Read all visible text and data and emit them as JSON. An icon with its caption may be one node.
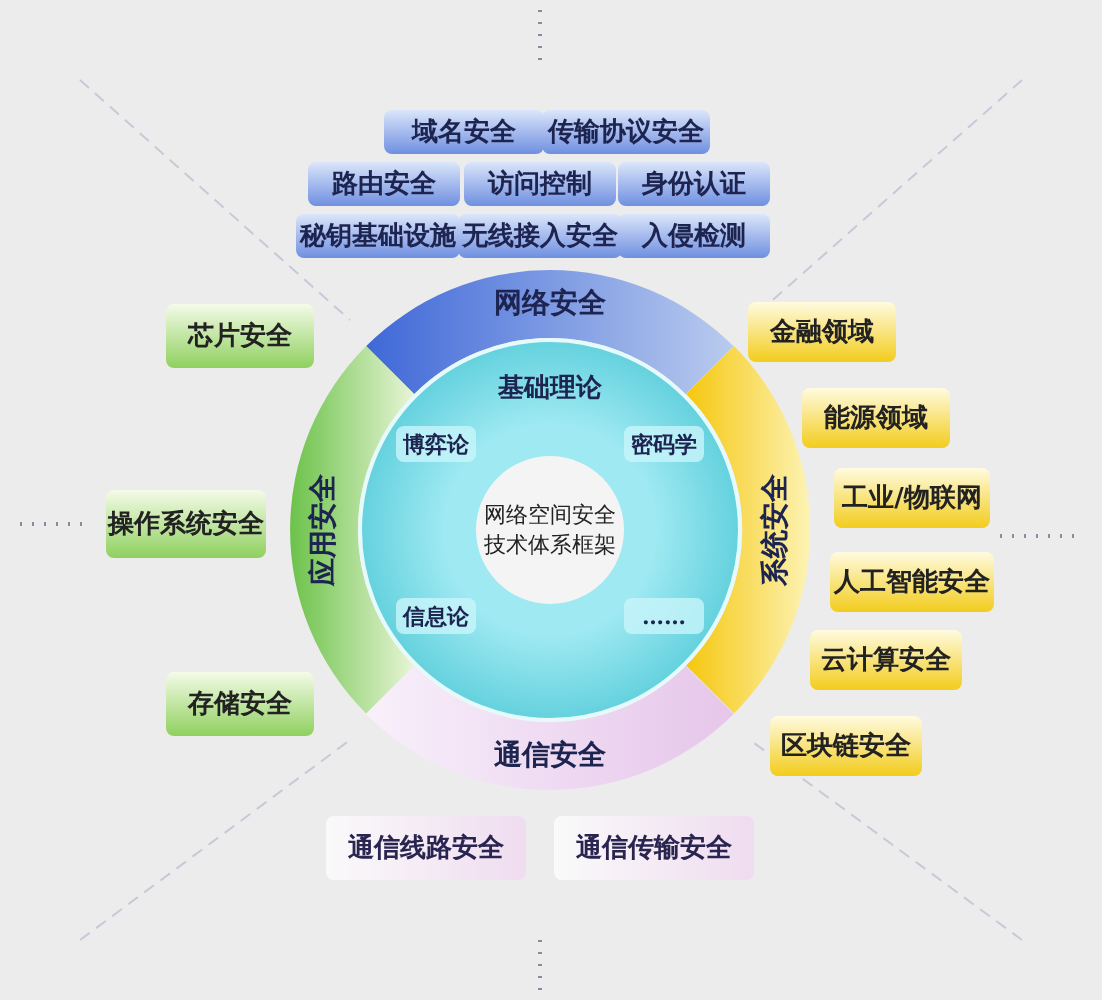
{
  "diagram": {
    "nodes": [
      {
        "text": [
          "域名安全"
        ]
      },
      {
        "text": [
          "传输协议安全"
        ]
      },
      {
        "text": [
          "路由安全"
        ]
      },
      {
        "text": [
          "访问控制"
        ]
      },
      {
        "text": [
          "身份认证"
        ]
      },
      {
        "text": [
          "秘钥基础设施"
        ]
      },
      {
        "text": [
          "无线接入安全"
        ]
      },
      {
        "text": [
          "入侵检测"
        ]
      },
      {
        "text": [
          "芯片安全"
        ]
      },
      {
        "text": [
          "操作系统安全"
        ]
      },
      {
        "text": [
          "存储安全"
        ]
      },
      {
        "text": [
          "网络安全"
        ]
      },
      {
        "text": [
          "基础理论"
        ]
      },
      {
        "text": [
          "博弈论"
        ],
        "in": 12
      },
      {
        "text": [
          "密码学"
        ],
        "in": 12
      },
      {
        "text": [
          "网络空间安全技术体系框架"
        ],
        "in": 12
      },
      {
        "text": [
          "信息论"
        ],
        "in": 12
      },
      {
        "text": [
          "……"
        ],
        "in": 12
      },
      {
        "text": [
          "应用安全"
        ]
      },
      {
        "text": [
          "系统安全"
        ]
      },
      {
        "text": [
          "通信安全"
        ]
      },
      {
        "text": [
          "金融领域"
        ]
      },
      {
        "text": [
          "能源领域"
        ]
      },
      {
        "text": [
          "工业/物联网"
        ]
      },
      {
        "text": [
          "人工智能安全"
        ]
      },
      {
        "text": [
          "云计算安全"
        ]
      },
      {
        "text": [
          "区块链安全"
        ]
      },
      {
        "text": [
          "通信线路安全"
        ]
      },
      {
        "text": [
          "通信传输安全"
        ]
      }
    ]
  }
}
